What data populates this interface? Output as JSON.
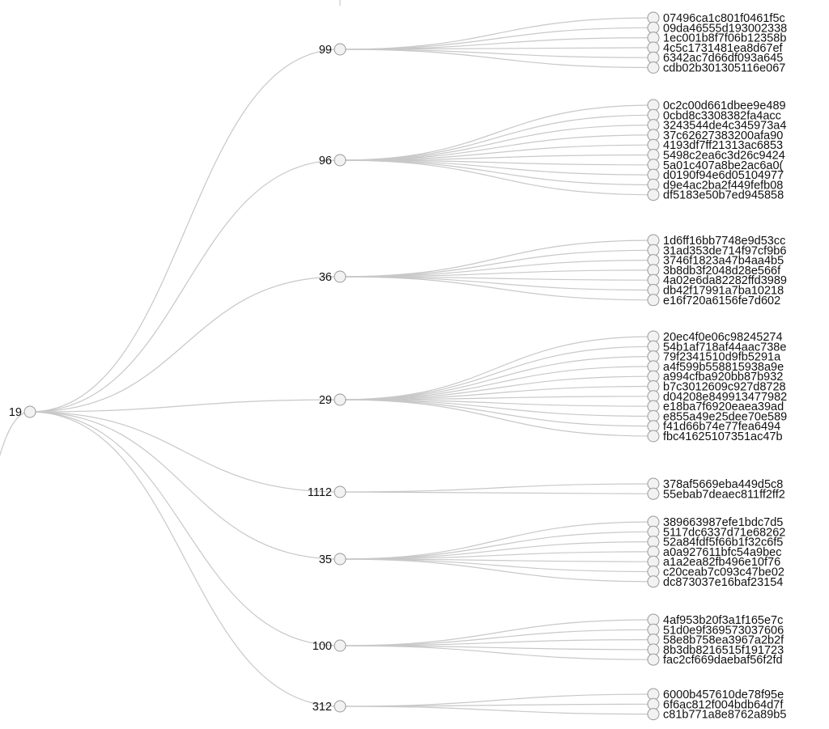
{
  "tree": {
    "root": "19",
    "groups": [
      {
        "label": "99",
        "children": [
          "07496ca1c801f0461f5c",
          "09da46555d193002338",
          "1ec001b8f7f06b12358b",
          "4c5c1731481ea8d67ef",
          "6342ac7d66df093a645",
          "cdb02b301305116e067"
        ]
      },
      {
        "label": "96",
        "children": [
          "0c2c00d661dbee9e489",
          "0cbd8c3308382fa4acc",
          "3243544de4c345973a4",
          "37c62627383200afa90",
          "4193df7ff21313ac6853",
          "5498c2ea6c3d26c9424",
          "5a01c407a8be2ac6a0(",
          "d0190f94e6d05104977",
          "d9e4ac2ba2f449fefb08",
          "df5183e50b7ed945858"
        ]
      },
      {
        "label": "36",
        "children": [
          "1d6ff16bb7748e9d53cc",
          "31ad353de714f97cf9b6",
          "3746f1823a47b4aa4b5",
          "3b8db3f2048d28e566f",
          "4a02e6da82282ffd3989",
          "db42f17991a7ba10218",
          "e16f720a6156fe7d602"
        ]
      },
      {
        "label": "29",
        "children": [
          "20ec4f0e06c98245274",
          "54b1af718af44aac738e",
          "79f2341510d9fb5291a",
          "a4f599b558815938a9e",
          "a994cfba920bb87b932",
          "b7c3012609c927d8728",
          "d04208e849913477982",
          "e18ba7f6920eaea39ad",
          "e855a49e25dee70e589",
          "f41d66b74e77fea6494",
          "fbc41625107351ac47b"
        ]
      },
      {
        "label": "1112",
        "children": [
          "378af5669eba449d5c8",
          "55ebab7deaec811ff2ff2"
        ]
      },
      {
        "label": "35",
        "children": [
          "389663987efe1bdc7d5",
          "5117dc6337d71e68262",
          "52a84fdf5f66b1f32c6f5",
          "a0a927611bfc54a9bec",
          "a1a2ea82fb496e10f76",
          "c20ceab7c093c47be02",
          "dc873037e16baf23154"
        ]
      },
      {
        "label": "100",
        "children": [
          "4af953b20f3a1f165e7c",
          "51d0e9f369573037606",
          "58e8b758ea3967a2b2f",
          "8b3db8216515f191723",
          "fac2cf669daebaf56f2fd"
        ]
      },
      {
        "label": "312",
        "children": [
          "6000b457610de78f95e",
          "6f6ac812f004bdb64d7f",
          "c81b771a8e8762a89b5"
        ]
      }
    ]
  }
}
